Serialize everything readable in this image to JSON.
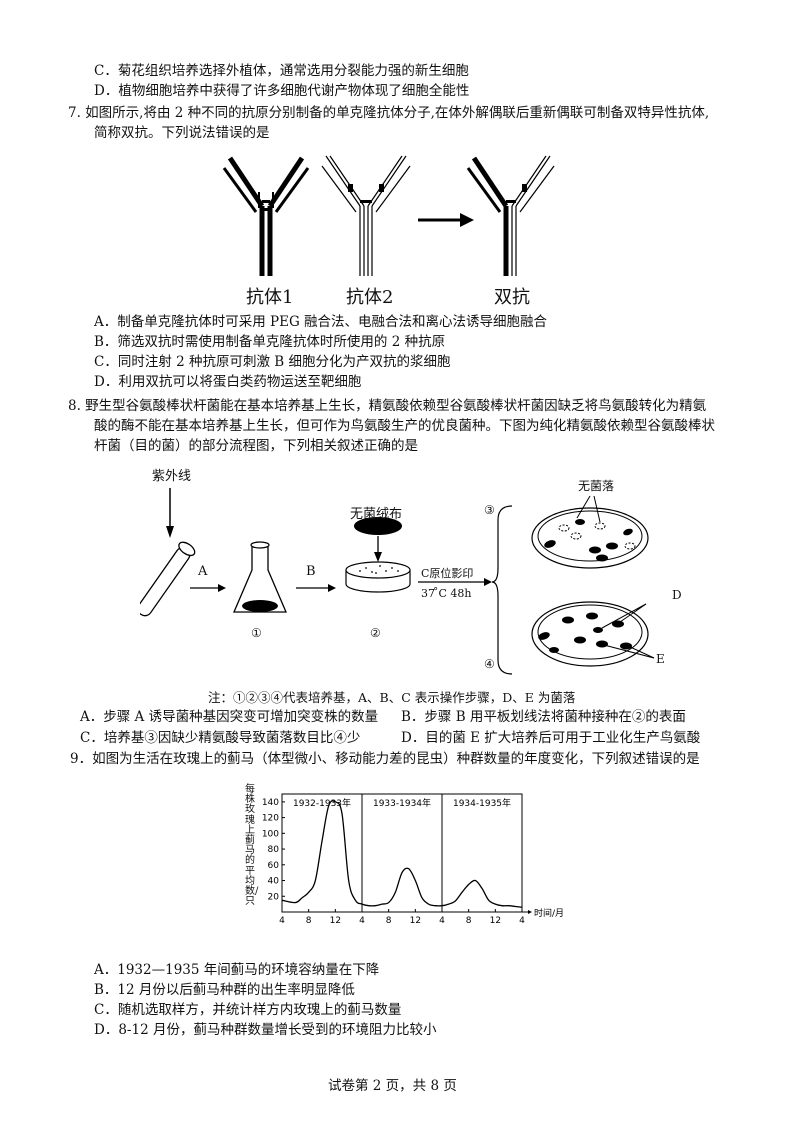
{
  "q6": {
    "opt_c": "C．菊花组织培养选择外植体，通常选用分裂能力强的新生细胞",
    "opt_d": "D．植物细胞培养中获得了许多细胞代谢产物体现了细胞全能性"
  },
  "q7": {
    "stem_1": "7. 如图所示,将由 2 种不同的抗原分别制备的单克隆抗体分子,在体外解偶联后重新偶联可制备双特异性抗体,",
    "stem_2": "简称双抗。下列说法错误的是",
    "figure": {
      "label_1": "抗体1",
      "label_2": "抗体2",
      "label_3": "双抗"
    },
    "opt_a": "A．制备单克隆抗体时可采用 PEG 融合法、电融合法和离心法诱导细胞融合",
    "opt_b": "B．筛选双抗时需使用制备单克隆抗体时所使用的 2 种抗原",
    "opt_c": "C．同时注射 2 种抗原可刺激 B 细胞分化为产双抗的浆细胞",
    "opt_d": "D．利用双抗可以将蛋白类药物运送至靶细胞"
  },
  "q8": {
    "stem_1": "8. 野生型谷氨酸棒状杆菌能在基本培养基上生长，精氨酸依赖型谷氨酸棒状杆菌因缺乏将鸟氨酸转化为精氨",
    "stem_2": "酸的酶不能在基本培养基上生长，但可作为鸟氨酸生产的优良菌种。下图为纯化精氨酸依赖型谷氨酸棒状",
    "stem_3": "杆菌（目的菌）的部分流程图，下列相关叙述正确的是",
    "figure": {
      "uv": "紫外线",
      "step_a": "A",
      "step_b": "B",
      "velvet": "无菌绒布",
      "step_c": "C原位影印",
      "condition": "37 ̊C 48h",
      "no_colony": "无菌落",
      "n1": "①",
      "n2": "②",
      "n3": "③",
      "n4": "④",
      "d": "D",
      "e": "E",
      "note": "注：①②③④代表培养基，A、B、C 表示操作步骤，D、E 为菌落"
    },
    "opt_a": "A．步骤 A 诱导菌种基因突变可增加突变株的数量",
    "opt_b": "B．步骤 B 用平板划线法将菌种接种在②的表面",
    "opt_c": "C．培养基③因缺少精氨酸导致菌落数目比④少",
    "opt_d": "D．目的菌 E 扩大培养后可用于工业化生产鸟氨酸"
  },
  "q9": {
    "stem": "9．如图为生活在玫瑰上的蓟马（体型微小、移动能力差的昆虫）种群数量的年度变化，下列叙述错误的是",
    "opt_a": "A．1932—1935 年间蓟马的环境容纳量在下降",
    "opt_b": "B．12 月份以后蓟马种群的出生率明显降低",
    "opt_c": "C．随机选取样方，并统计样方内玫瑰上的蓟马数量",
    "opt_d": "D．8-12 月份，蓟马种群数量增长受到的环境阻力比较小"
  },
  "chart_data": {
    "type": "line",
    "ylabel": "每株玫瑰上蓟马的平均数/只",
    "xlabel": "时间/月",
    "y_ticks": [
      "140",
      "120",
      "100",
      "80",
      "60",
      "40",
      "20"
    ],
    "x_ticks": [
      "4",
      "8",
      "12",
      "4",
      "8",
      "12",
      "4",
      "8",
      "12",
      "4"
    ],
    "periods": [
      "1932-1933年",
      "1933-1934年",
      "1934-1935年"
    ],
    "ylim": [
      0,
      150
    ],
    "series": [
      {
        "x": [
          0,
          2,
          3,
          4,
          5,
          6,
          7,
          8,
          9,
          10,
          11,
          12,
          13,
          14,
          15,
          16,
          17,
          18,
          19,
          20,
          21,
          22,
          23,
          24,
          25,
          26,
          27,
          28,
          29,
          30,
          31,
          32,
          33,
          34,
          35,
          36
        ],
        "values": [
          15,
          12,
          18,
          25,
          40,
          90,
          135,
          140,
          125,
          40,
          15,
          10,
          8,
          8,
          10,
          12,
          25,
          50,
          55,
          40,
          18,
          10,
          8,
          8,
          10,
          14,
          25,
          35,
          40,
          30,
          15,
          10,
          8,
          8,
          7,
          6
        ]
      }
    ]
  },
  "footer": "试卷第 2 页，共 8 页"
}
